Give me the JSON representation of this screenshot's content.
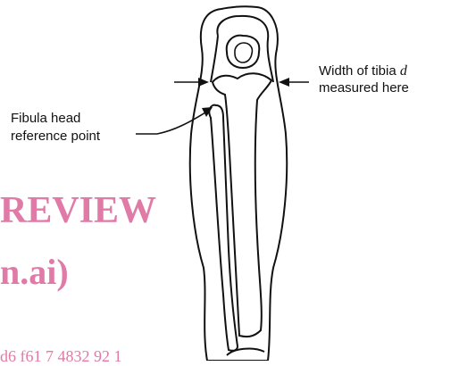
{
  "labels": {
    "width_line1_prefix": "Width of tibia ",
    "width_symbol": "d",
    "width_line2": "measured here",
    "fibula_line1": "Fibula head",
    "fibula_line2": "reference point"
  },
  "watermark": {
    "line1": "REVIEW",
    "line2": "n.ai)",
    "line3": "d6 f61 7 4832 92 1"
  },
  "colors": {
    "ink": "#111111",
    "watermark": "#e07aa6"
  }
}
